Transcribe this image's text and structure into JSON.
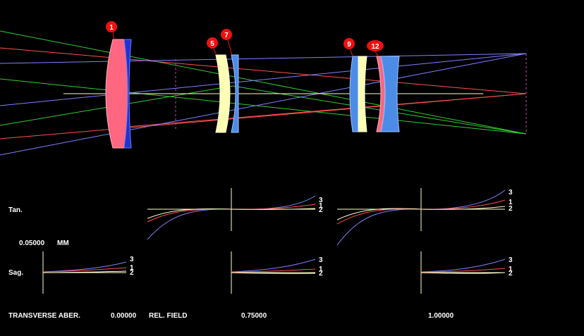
{
  "colors": {
    "background": "#000000",
    "ray_red": "#ff5050",
    "ray_green": "#33cc33",
    "ray_blue": "#8080ff",
    "axis": "#ffffcc",
    "badge": "#ee1111",
    "lens_pink": "#ff6680",
    "lens_blue": "#4d8ce6",
    "lens_dark_blue": "#2233cc",
    "lens_cream": "#ffffb3",
    "stop_magenta": "#cc44aa"
  },
  "surface_labels": [
    "1",
    "5",
    "7",
    "9",
    "12"
  ],
  "aberration": {
    "tan_label": "Tan.",
    "sag_label": "Sag.",
    "scale_value": "0.05000",
    "scale_unit": "MM",
    "title": "TRANSVERSE ABER.",
    "rel_field_label": "REL. FIELD",
    "fields": [
      "0.00000",
      "0.75000",
      "1.00000"
    ],
    "curve_labels": [
      "3",
      "1",
      "2"
    ]
  }
}
